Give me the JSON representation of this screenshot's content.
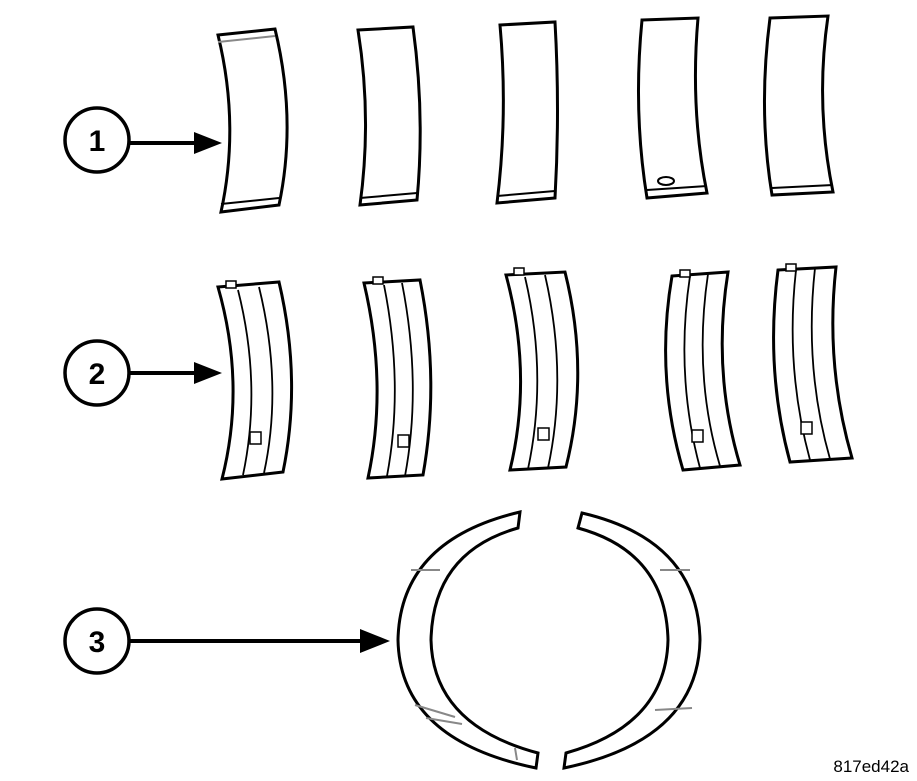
{
  "callouts": [
    {
      "label": "1"
    },
    {
      "label": "2"
    },
    {
      "label": "3"
    }
  ],
  "figure_id": "817ed42a"
}
